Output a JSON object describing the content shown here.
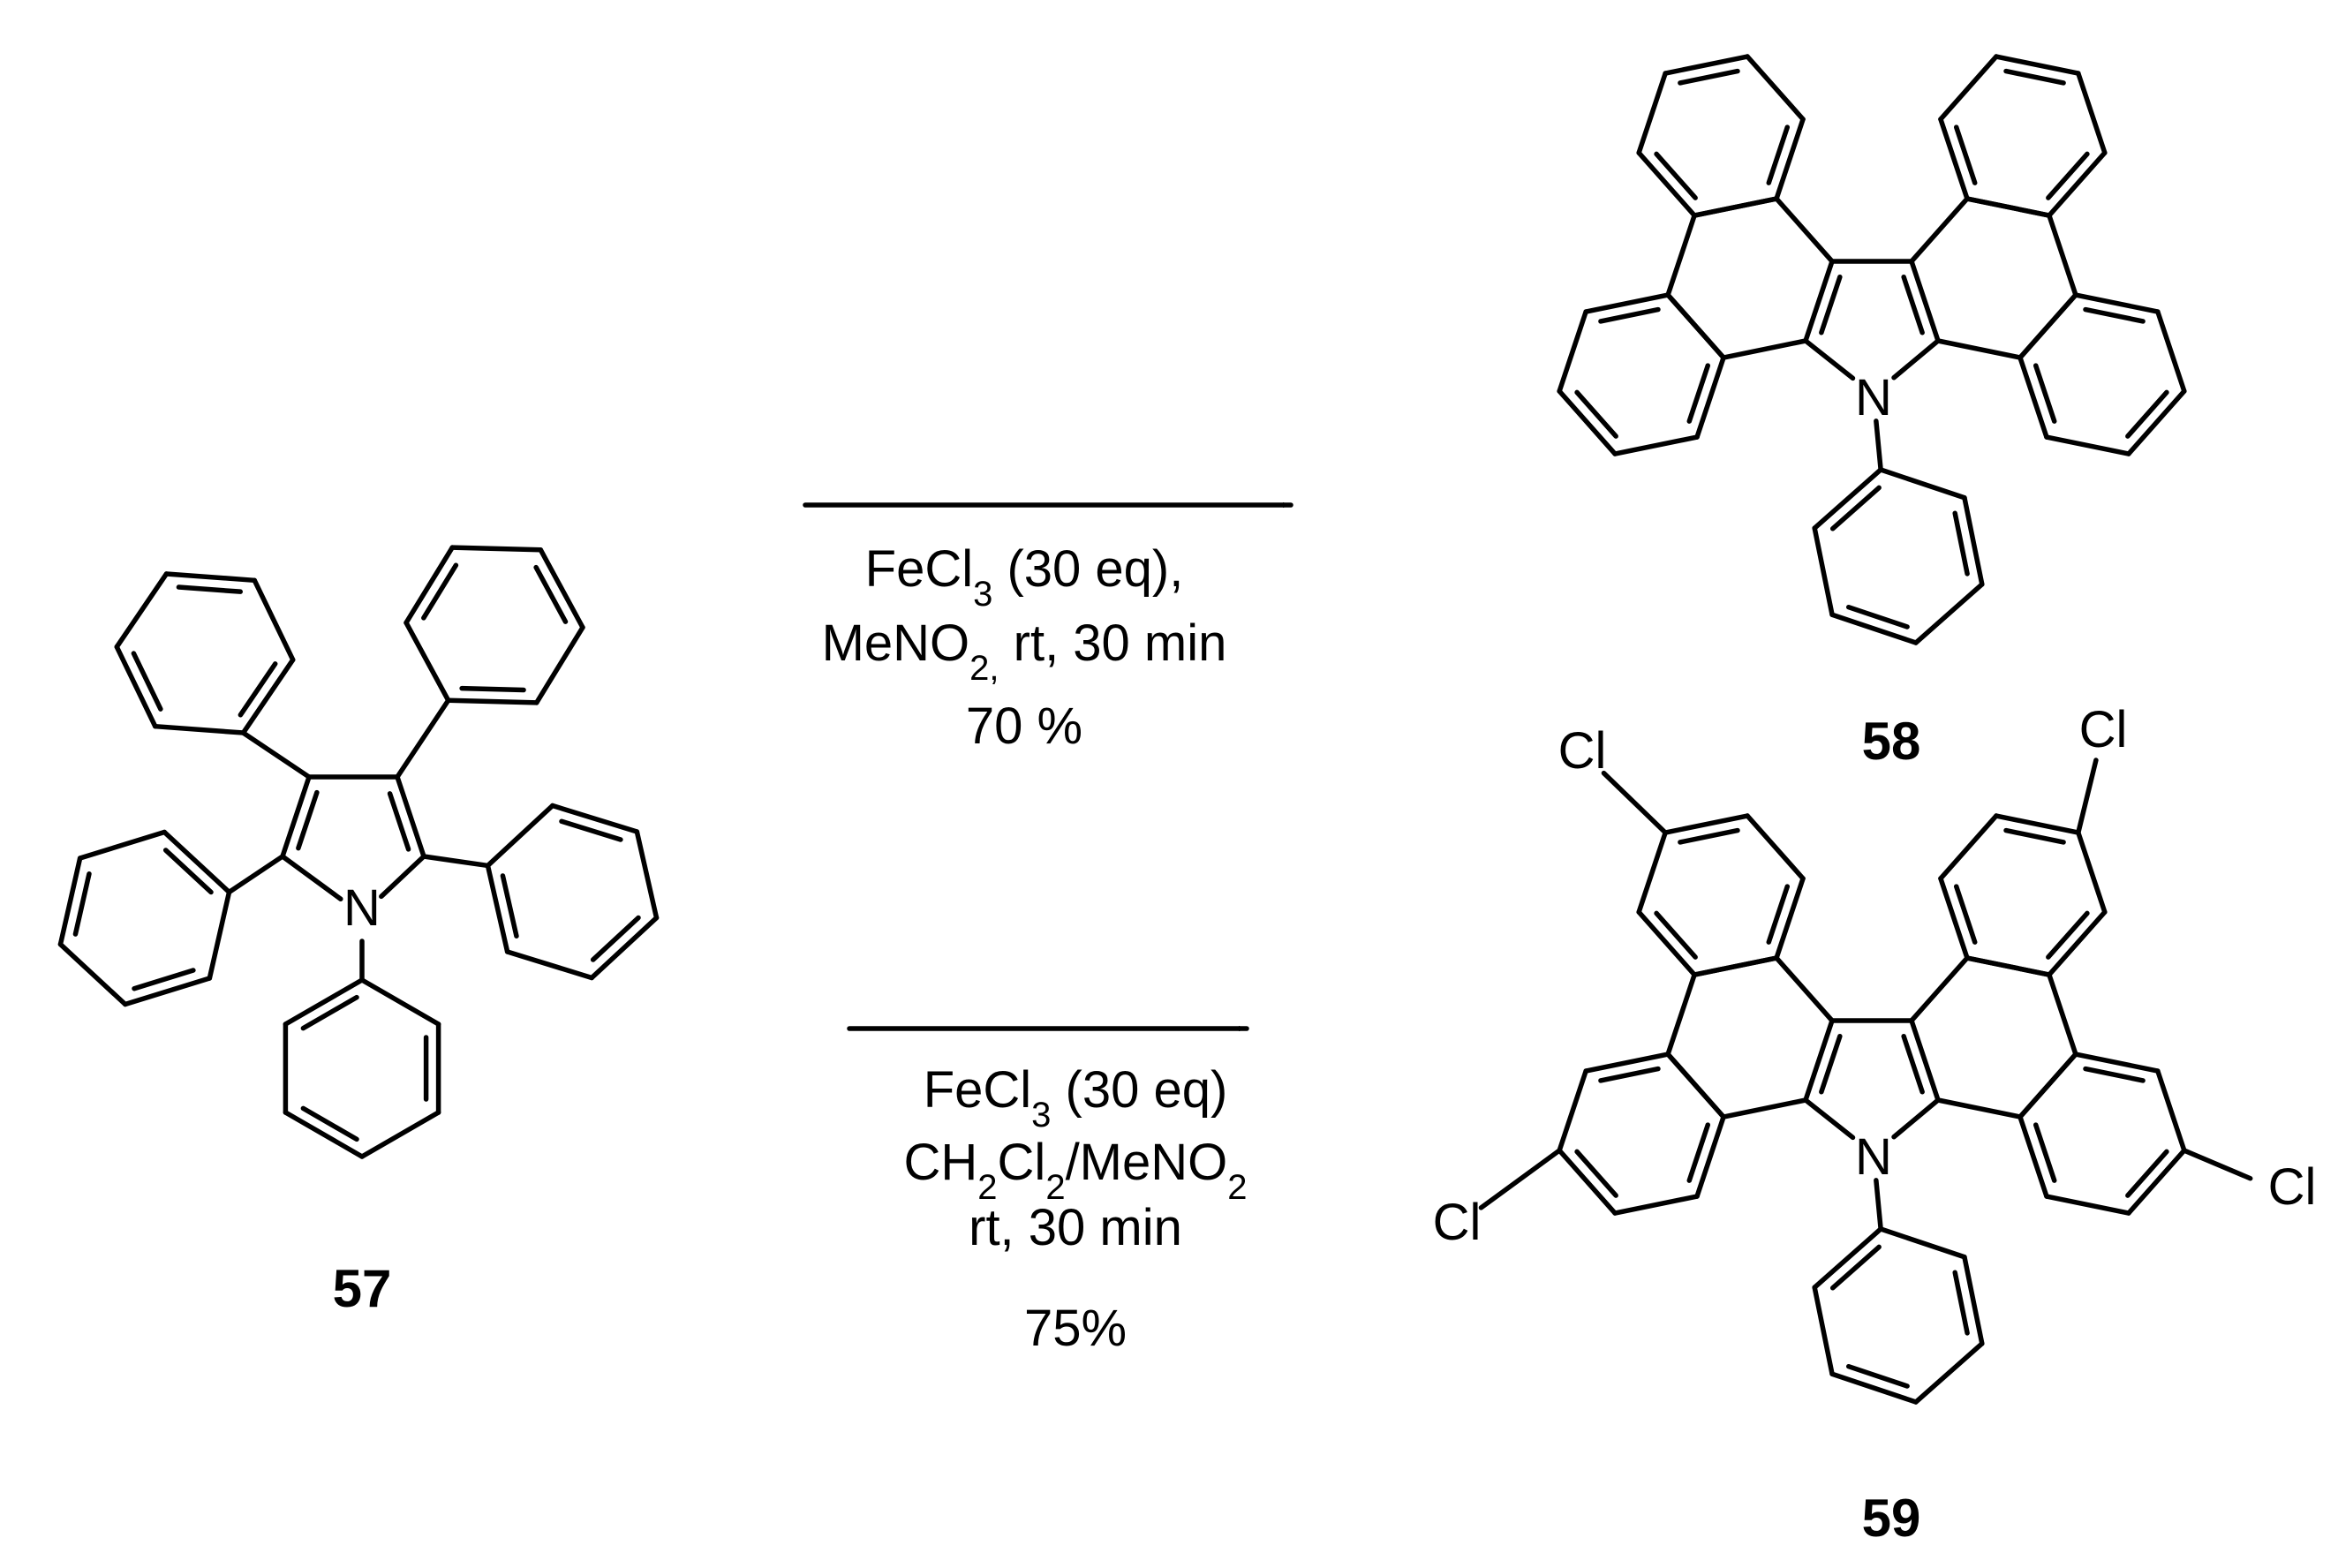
{
  "compounds": {
    "c57": {
      "label": "57",
      "atom_n": "N"
    },
    "c58": {
      "label": "58",
      "atom_n": "N"
    },
    "c59": {
      "label": "59",
      "atom_n": "N",
      "cl": [
        "Cl",
        "Cl",
        "Cl",
        "Cl"
      ]
    }
  },
  "reaction_top": {
    "reagent_head": "FeCl",
    "reagent_sub": "3",
    "reagent_tail": " (30 eq),",
    "line2_head": "MeNO",
    "line2_sub": "2,",
    "line2_tail": " rt, 30 min",
    "yield": "70 %"
  },
  "reaction_bottom": {
    "reagent_head": "FeCl",
    "reagent_sub": "3",
    "reagent_tail": " (30 eq)",
    "solvent_a": "CH",
    "solvent_sub1": "2",
    "solvent_b": "Cl",
    "solvent_sub2": "2",
    "solvent_c": "/MeNO",
    "solvent_sub3": "2",
    "conditions": "rt, 30 min",
    "yield": "75%"
  }
}
